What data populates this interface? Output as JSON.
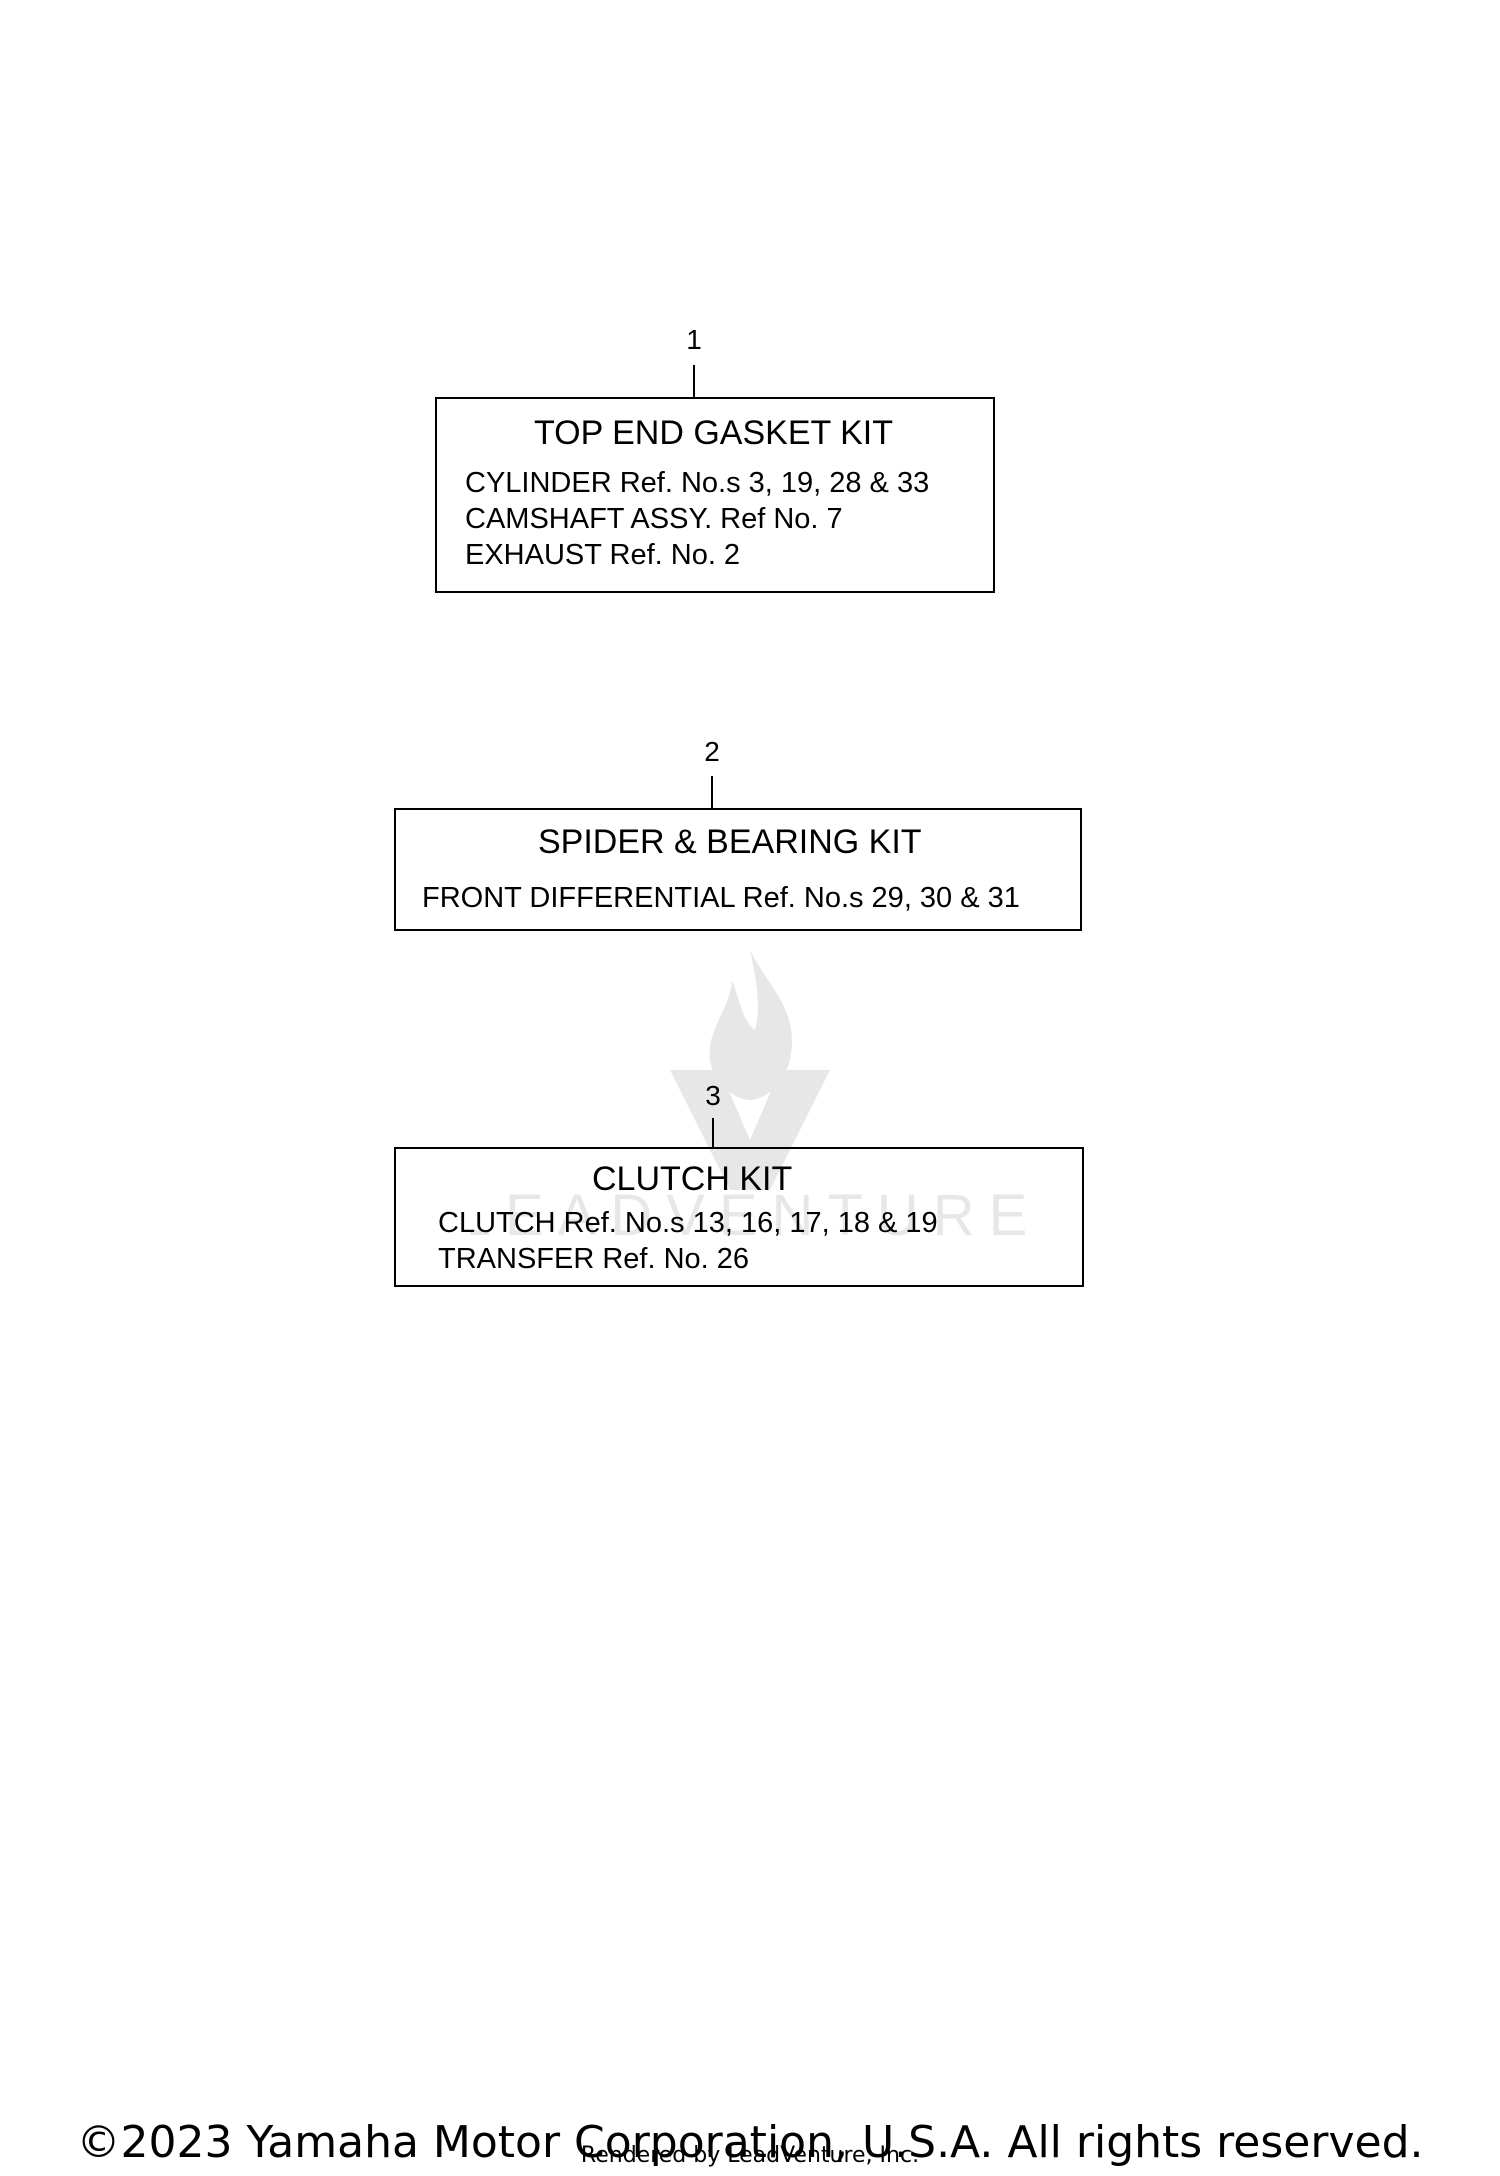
{
  "kits": [
    {
      "callout": "1",
      "title": "TOP END GASKET KIT",
      "lines": [
        "CYLINDER  Ref. No.s  3, 19, 28 & 33",
        "CAMSHAFT ASSY.  Ref No.  7",
        "EXHAUST  Ref. No.  2"
      ]
    },
    {
      "callout": "2",
      "title": "SPIDER & BEARING KIT",
      "lines": [
        "FRONT DIFFERENTIAL  Ref. No.s  29, 30 & 31"
      ]
    },
    {
      "callout": "3",
      "title": "CLUTCH KIT",
      "lines": [
        "CLUTCH  Ref. No.s  13, 16, 17, 18 & 19",
        "TRANSFER  Ref. No.  26"
      ]
    }
  ],
  "watermark": {
    "text": "LEADVENTURE",
    "icon": "flame-v-logo-icon"
  },
  "footer": {
    "copyright": "©2023 Yamaha Motor Corporation, U.S.A. All rights reserved.",
    "rendered_by": "Rendered by LeadVenture, Inc."
  }
}
